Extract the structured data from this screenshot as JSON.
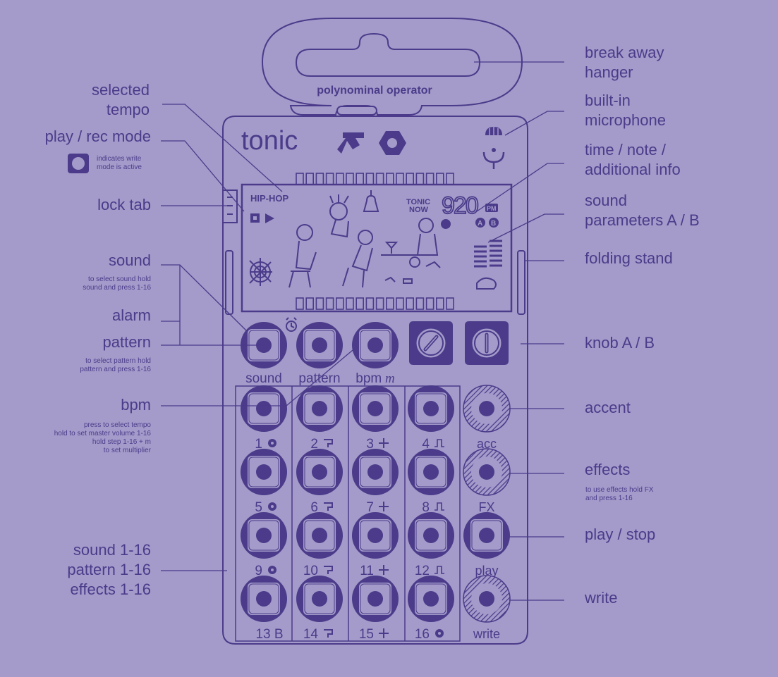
{
  "device": {
    "model_name": "tonic",
    "hanger_text": "polynominal operator",
    "lcd": {
      "genre": "HIP-HOP",
      "badge_line1": "TONIC",
      "badge_line2": "NOW",
      "digits": "920",
      "ampm": "PM",
      "param_a": "A",
      "param_b": "B"
    },
    "top_buttons": [
      {
        "id": "sound",
        "label": "sound"
      },
      {
        "id": "pattern",
        "label": "pattern"
      },
      {
        "id": "bpm",
        "label": "bpm",
        "suffix": "m"
      }
    ],
    "step_numbers": [
      "1",
      "2",
      "3",
      "4",
      "5",
      "6",
      "7",
      "8",
      "9",
      "10",
      "11",
      "12",
      "13",
      "14",
      "15",
      "16"
    ],
    "side_buttons": [
      {
        "id": "acc",
        "label": "acc"
      },
      {
        "id": "fx",
        "label": "FX"
      },
      {
        "id": "play",
        "label": "play"
      },
      {
        "id": "write",
        "label": "write"
      }
    ],
    "step_13_suffix": "B"
  },
  "left_labels": {
    "selected_tempo": [
      "selected",
      "tempo"
    ],
    "play_rec_mode": "play / rec mode",
    "write_note": [
      "indicates write",
      "mode is active"
    ],
    "lock_tab": "lock tab",
    "sound": "sound",
    "sound_note": [
      "to select sound hold",
      "sound and press 1-16"
    ],
    "alarm": "alarm",
    "pattern": "pattern",
    "pattern_note": [
      "to select pattern hold",
      "pattern and press 1-16"
    ],
    "bpm": "bpm",
    "bpm_note": [
      "press to select tempo",
      "hold to set master volume 1-16",
      "hold step 1-16 + m",
      "to set multiplier"
    ],
    "sound_pattern_effects": [
      "sound 1-16",
      "pattern 1-16",
      "effects 1-16"
    ]
  },
  "right_labels": {
    "break_away_hanger": [
      "break away",
      "hanger"
    ],
    "built_in_microphone": [
      "built-in",
      "microphone"
    ],
    "time_note_info": [
      "time / note /",
      "additional info"
    ],
    "sound_parameters": [
      "sound",
      "parameters A / B"
    ],
    "folding_stand": "folding stand",
    "knob_ab": "knob A / B",
    "accent": "accent",
    "effects": "effects",
    "effects_note": [
      "to use effects hold FX",
      "and press 1-16"
    ],
    "play_stop": "play / stop",
    "write": "write"
  },
  "colors": {
    "background": "#a49bca",
    "ink": "#4b3b8a",
    "button_face": "#a49bca"
  }
}
